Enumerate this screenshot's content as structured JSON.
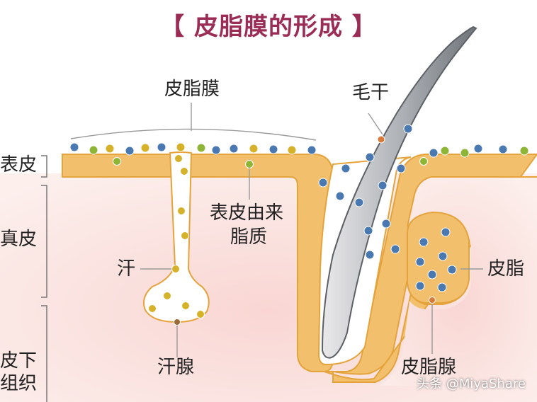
{
  "title": "【 皮脂膜的形成 】",
  "labels": {
    "film": "皮脂膜",
    "hair_shaft": "毛干",
    "epidermis": "表皮",
    "dermis": "真皮",
    "subcutis_line1": "皮下",
    "subcutis_line2": "组织",
    "epidermal_lipid_line1": "表皮由来",
    "epidermal_lipid_line2": "脂质",
    "sweat": "汗",
    "sebum": "皮脂",
    "sweat_gland": "汗腺",
    "sebaceous_gland": "皮脂腺"
  },
  "watermark": {
    "text": "头条 @MiyaShare",
    "icon": "camera-icon"
  },
  "colors": {
    "title": "#9b2c55",
    "tissue": "#f2c06d",
    "tissue_edge": "#e5a33c",
    "dermis": "#fbe9e6",
    "hair": "#7d8288",
    "sebum_dot": "#4a78b0",
    "sweat_dot": "#d6b12a",
    "lipid_dot": "#8fb536"
  }
}
